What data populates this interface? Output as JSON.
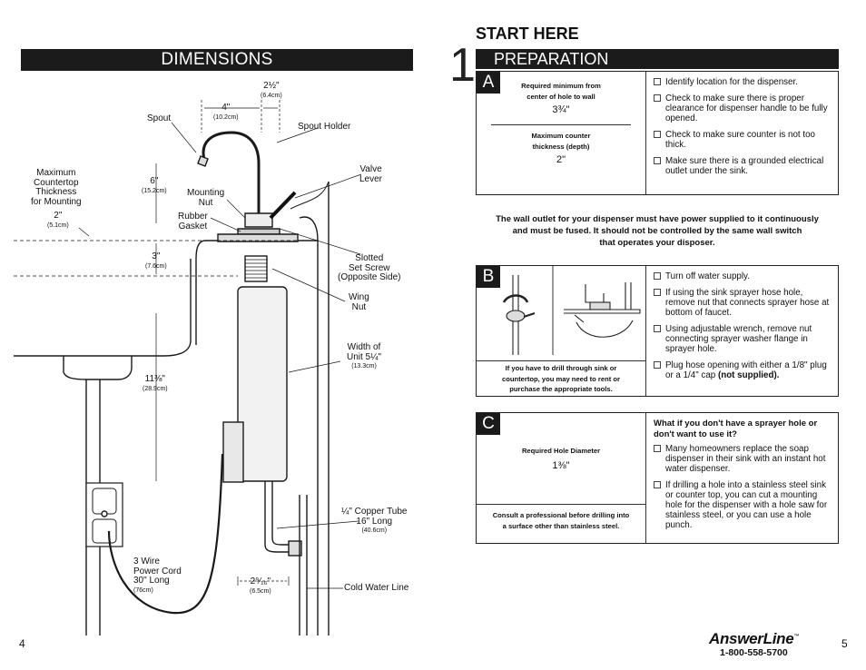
{
  "left": {
    "header": "DIMENSIONS",
    "labels": {
      "spout": "Spout",
      "spout_holder": "Spout Holder",
      "valve_lever": "Valve\nLever",
      "max_countertop": "Maximum\nCountertop\nThickness\nfor Mounting",
      "two_in": "2\"",
      "two_in_cm": "(5.1cm)",
      "mounting_nut": "Mounting\nNut",
      "rubber_gasket": "Rubber\nGasket",
      "six_in": "6\"",
      "six_in_cm": "(15.2cm)",
      "four_in": "4\"",
      "four_in_cm": "(10.2cm)",
      "two_half_in": "2½\"",
      "two_half_in_cm": "(6.4cm)",
      "three_in": "3\"",
      "three_in_cm": "(7.6cm)",
      "slotted": "Slotted\nSet Screw\n(Opposite Side)",
      "wing_nut": "Wing\nNut",
      "width_unit": "Width of\nUnit 5¼\"",
      "width_unit_cm": "(13.3cm)",
      "eleven_in": "11⅜\"",
      "eleven_in_cm": "(28.9cm)",
      "copper_tube": "¼\" Copper Tube\n16\" Long",
      "copper_tube_cm": "(40.6cm)",
      "power_cord": "3 Wire\nPower Cord\n30\" Long",
      "power_cord_cm": "(76cm)",
      "two_9_16": "2⁹⁄₁₆\"",
      "two_9_16_cm": "(6.5cm)",
      "cold_water": "Cold Water Line"
    },
    "page_number": "4"
  },
  "right": {
    "step_number": "1",
    "start_here": "START HERE",
    "header": "PREPARATION",
    "section_a": {
      "letter": "A",
      "req_min_label": "Required minimum from\ncenter of hole to wall",
      "req_min_value": "3¾\"",
      "max_counter_label": "Maximum counter\nthickness (depth)",
      "max_counter_value": "2\"",
      "checklist": [
        "Identify location for the dispenser.",
        "Check to make sure there is proper clearance for dispenser handle to be fully opened.",
        "Check to make sure counter is not too thick.",
        "Make sure there is a grounded electrical outlet under the sink."
      ]
    },
    "warning": "The wall outlet for your dispenser must have power supplied to it continuously\nand must be fused. It should not be controlled by the same wall switch\nthat operates your disposer.",
    "section_b": {
      "letter": "B",
      "note": "If you have to drill through sink or\ncountertop, you may need to rent or\npurchase the appropriate tools.",
      "checklist": [
        "Turn off water supply.",
        "If using the sink sprayer hose hole, remove nut that connects sprayer hose at bottom of faucet.",
        "Using adjustable wrench, remove nut connecting sprayer washer flange in sprayer hole."
      ],
      "last_item": "Plug hose opening with either a 1/8\" plug or a 1/4\" cap ",
      "last_item_bold": "(not supplied)."
    },
    "section_c": {
      "letter": "C",
      "req_hole_label": "Required Hole Diameter",
      "req_hole_value": "1⅜\"",
      "consult": "Consult a professional before drilling into\na surface other than stainless steel.",
      "question": "What if you don't have a sprayer hole or\ndon't want to use it?",
      "checklist": [
        "Many homeowners replace the soap dispenser in their sink with an instant hot water dispenser.",
        "If drilling a hole into a stainless steel sink or counter top, you can cut a mounting hole for the dispenser with a hole saw for stainless steel, or you can use a hole punch."
      ]
    },
    "logo_name": "AnswerLine",
    "logo_tm": "™",
    "phone": "1-800-558-5700",
    "page_number": "5"
  }
}
